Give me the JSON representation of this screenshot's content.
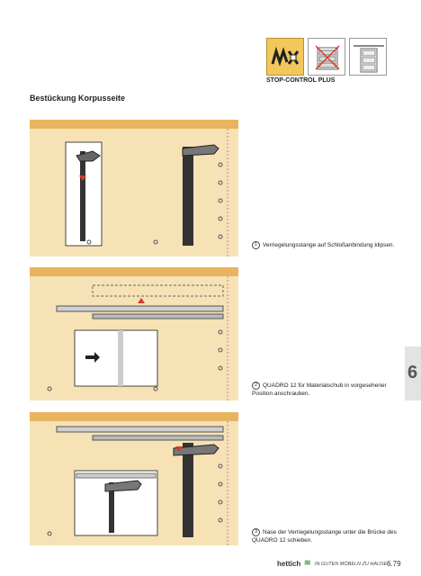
{
  "header": {
    "product_caption": "STOP-CONTROL PLUS",
    "icons": [
      "stop-control-plus-icon",
      "drawer-lock-icon",
      "drawer-cabinet-icon"
    ]
  },
  "section_title": "Bestückung Korpusseite",
  "steps": [
    {
      "number": "1",
      "text": "Verriegelungsstange auf Schloßanbindung klipsen."
    },
    {
      "number": "2",
      "text": "QUADRO 12 für Materialschub in vorgesehener Position anschrauben."
    },
    {
      "number": "3",
      "text": "Nase der Verriegelungsstange unter die Brücke des QUADRO 12 schieben."
    }
  ],
  "side_tab": "6",
  "footer": {
    "brand": "hettich",
    "tagline": "IN GUTEN MÖBELN ZU HAUSE",
    "page_number": "6.79"
  },
  "colors": {
    "panel": "#f6e2b5",
    "panel_top": "#e9b35f",
    "accent_icon": "#f2c75c",
    "arrow_red": "#d63a2a"
  }
}
